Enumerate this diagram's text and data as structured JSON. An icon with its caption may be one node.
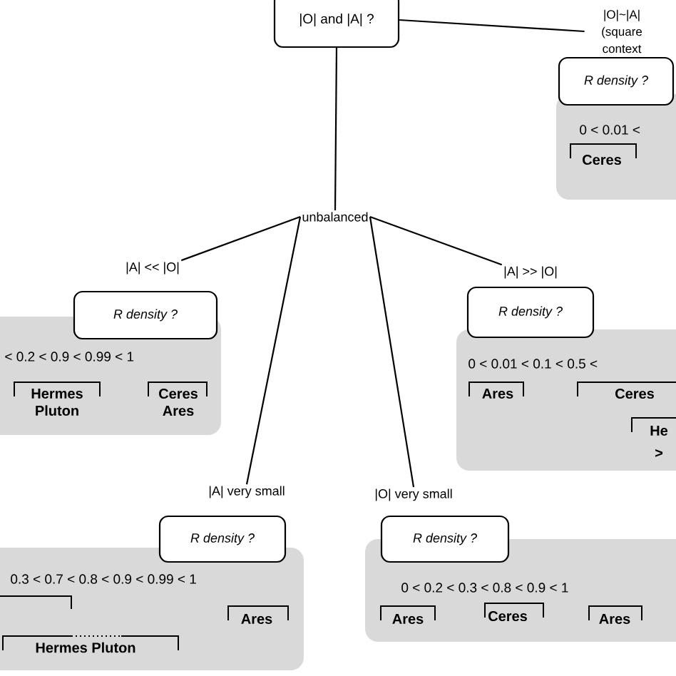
{
  "diagram": {
    "nodes": [
      {
        "text": [
          "|O| and |A| ?"
        ]
      },
      {
        "text": [
          "|O|~|A| (square context"
        ]
      },
      {
        "text": [
          "*R density ?*"
        ]
      },
      {
        "text": [
          "0 < 0.01 <"
        ]
      },
      {
        "text": [
          "unbalanced"
        ]
      },
      {
        "text": [
          "|A| << |O|"
        ]
      },
      {
        "text": [
          "*R density ?*"
        ]
      },
      {
        "text": [
          "< 0.2  <  0.9 < 0.99 < 1"
        ]
      },
      {
        "text": [
          "|A| >> |O|"
        ]
      },
      {
        "text": [
          "*R density ?*"
        ]
      },
      {
        "text": [
          "0 < 0.01 < 0.1 < 0.5 <"
        ]
      },
      {
        "text": [
          "|A| very small"
        ]
      },
      {
        "text": [
          "*R density ?*"
        ]
      },
      {
        "text": [
          "0.3 < 0.7 < 0.8 < 0.9 < 0.99 < 1"
        ]
      },
      {
        "text": [
          "|O| very small"
        ]
      },
      {
        "text": [
          "*R density ?*"
        ]
      },
      {
        "text": [
          "0 < 0.2 < 0.3 < 0.8 < 0.9 < 1"
        ]
      }
    ],
    "edges": [
      {
        "from": 0,
        "to": 1,
        "arrow": "none"
      },
      {
        "from": 0,
        "to": 4,
        "arrow": "none"
      },
      {
        "from": 4,
        "to": 5,
        "arrow": "none"
      },
      {
        "from": 4,
        "to": 8,
        "arrow": "none"
      },
      {
        "from": 4,
        "to": 11,
        "arrow": "none"
      },
      {
        "from": 4,
        "to": 14,
        "arrow": "none"
      }
    ],
    "labels": [
      "Ceres",
      "Hermes Pluton",
      "Ceres Ares",
      "Ares",
      "Ceres",
      "He",
      ">",
      "Ares",
      "Hermes Pluton",
      "Ares",
      "Ceres",
      "Ares"
    ]
  }
}
